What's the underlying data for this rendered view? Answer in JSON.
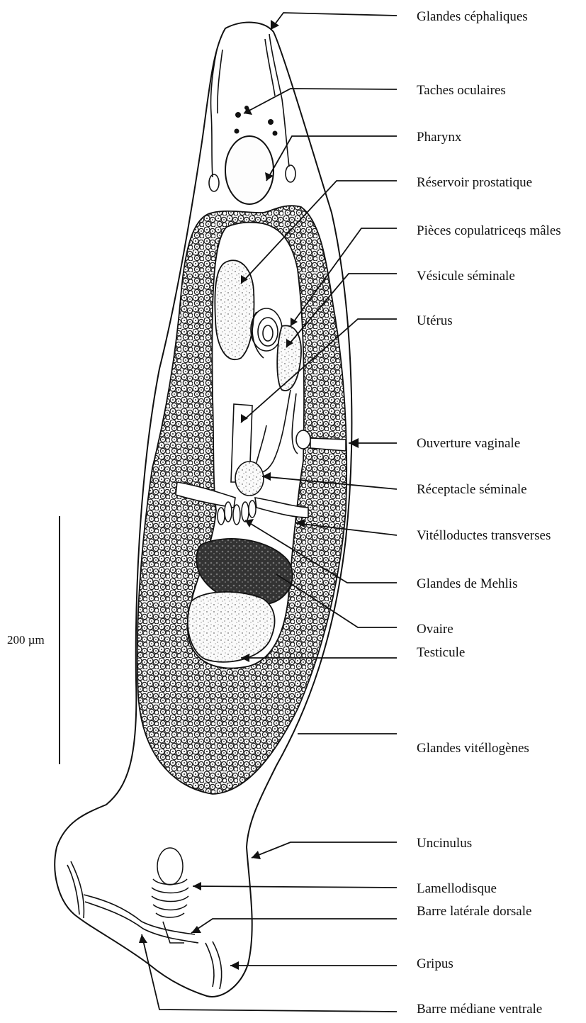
{
  "figure": {
    "scale_bar_label": "200 µm",
    "labels": [
      "Glandes céphaliques",
      "Taches oculaires",
      "Pharynx",
      "Réservoir prostatique",
      "Pièces copulatriceqs mâles",
      "Vésicule séminale",
      "Utérus",
      "Ouverture vaginale",
      "Réceptacle séminale",
      "Vitélloductes transverses",
      "Glandes de Mehlis",
      "Ovaire",
      "Testicule",
      "Glandes vitéllogènes",
      "Uncinulus",
      "Lamellodisque",
      "Barre latérale dorsale",
      "Gripus",
      "Barre médiane ventrale"
    ]
  }
}
